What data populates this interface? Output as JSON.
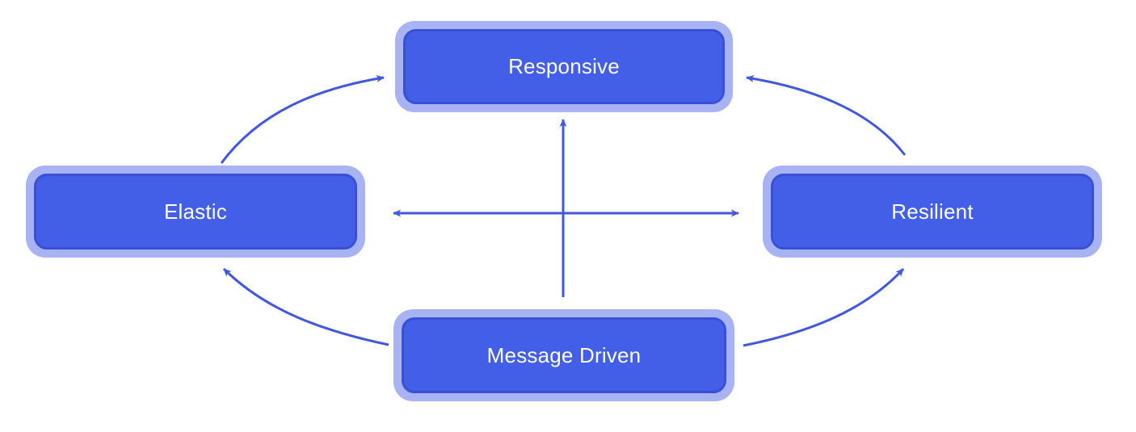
{
  "colors": {
    "node_fill": "#435fe8",
    "node_halo": "#a7b3f2",
    "node_border": "#3a4fd6",
    "edge": "#4257e0",
    "text": "#ffffff"
  },
  "nodes": {
    "responsive": {
      "label": "Responsive"
    },
    "elastic": {
      "label": "Elastic"
    },
    "resilient": {
      "label": "Resilient"
    },
    "message_driven": {
      "label": "Message Driven"
    }
  },
  "edges": [
    {
      "from": "elastic",
      "to": "responsive"
    },
    {
      "from": "resilient",
      "to": "responsive"
    },
    {
      "from": "message_driven",
      "to": "responsive"
    },
    {
      "from": "message_driven",
      "to": "elastic"
    },
    {
      "from": "message_driven",
      "to": "resilient"
    },
    {
      "from": "elastic",
      "to": "resilient",
      "bidirectional": true
    }
  ]
}
